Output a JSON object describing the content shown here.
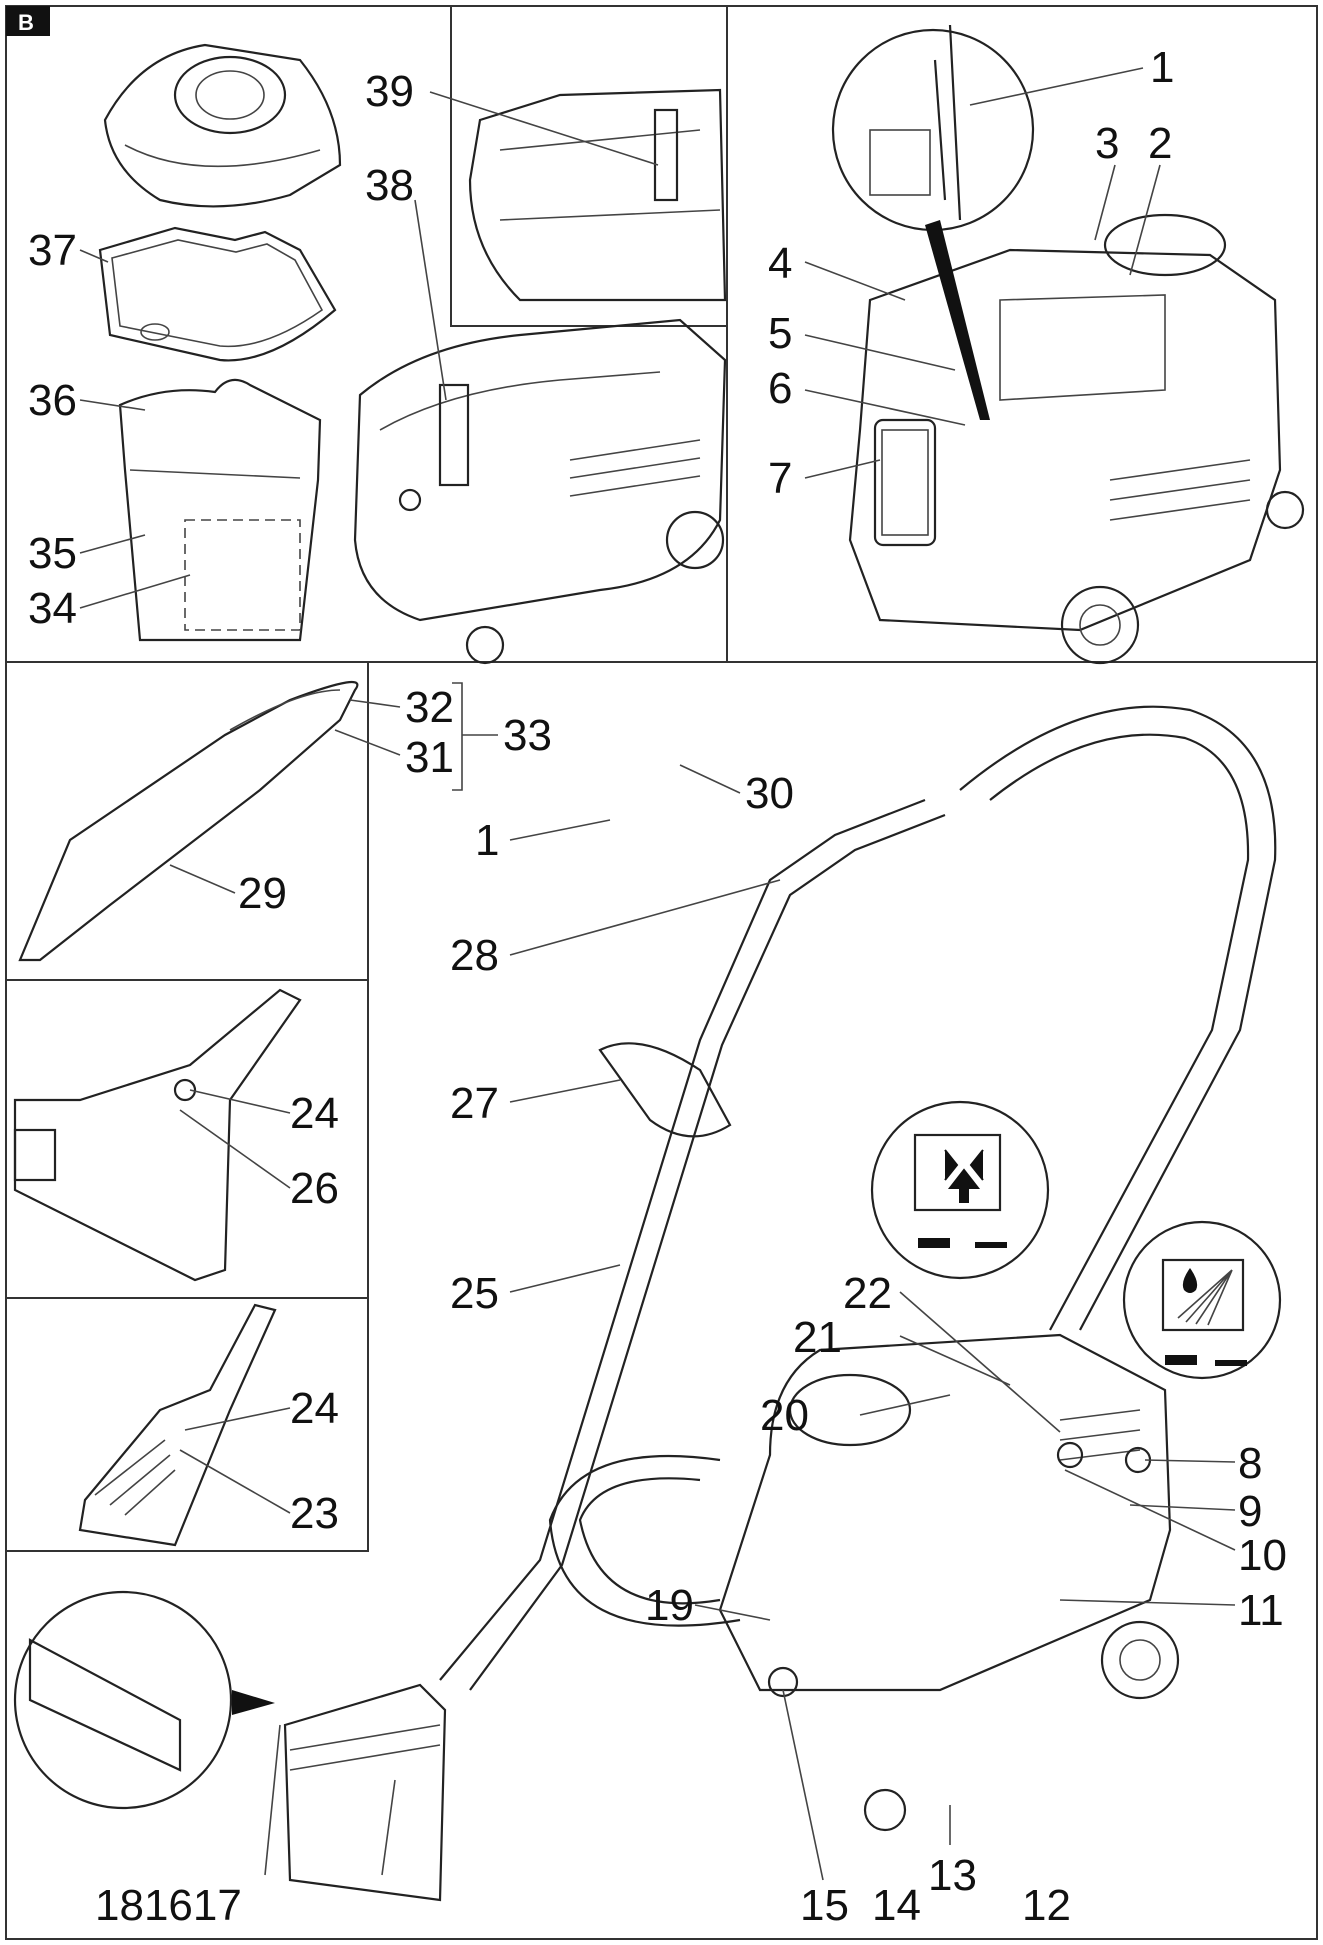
{
  "figure": {
    "badge": "B",
    "icons": [
      "suction-symbol-icon",
      "spray-symbol-icon",
      "water-drop-icon"
    ],
    "callouts": [
      {
        "id": "c39",
        "text": "39"
      },
      {
        "id": "c38",
        "text": "38"
      },
      {
        "id": "c37",
        "text": "37"
      },
      {
        "id": "c36",
        "text": "36"
      },
      {
        "id": "c35",
        "text": "35"
      },
      {
        "id": "c34",
        "text": "34"
      },
      {
        "id": "c1a",
        "text": "1"
      },
      {
        "id": "c3",
        "text": "3"
      },
      {
        "id": "c2",
        "text": "2"
      },
      {
        "id": "c4",
        "text": "4"
      },
      {
        "id": "c5",
        "text": "5"
      },
      {
        "id": "c6",
        "text": "6"
      },
      {
        "id": "c7",
        "text": "7"
      },
      {
        "id": "c32",
        "text": "32"
      },
      {
        "id": "c31",
        "text": "31"
      },
      {
        "id": "c33",
        "text": "33"
      },
      {
        "id": "c29",
        "text": "29"
      },
      {
        "id": "c30",
        "text": "30"
      },
      {
        "id": "c1b",
        "text": "1"
      },
      {
        "id": "c28",
        "text": "28"
      },
      {
        "id": "c27",
        "text": "27"
      },
      {
        "id": "c25",
        "text": "25"
      },
      {
        "id": "c24a",
        "text": "24"
      },
      {
        "id": "c26",
        "text": "26"
      },
      {
        "id": "c24b",
        "text": "24"
      },
      {
        "id": "c23",
        "text": "23"
      },
      {
        "id": "c22",
        "text": "22"
      },
      {
        "id": "c21",
        "text": "21"
      },
      {
        "id": "c20",
        "text": "20"
      },
      {
        "id": "c19",
        "text": "19"
      },
      {
        "id": "c8",
        "text": "8"
      },
      {
        "id": "c9",
        "text": "9"
      },
      {
        "id": "c10",
        "text": "10"
      },
      {
        "id": "c11",
        "text": "11"
      },
      {
        "id": "c181617",
        "text": "181617"
      },
      {
        "id": "c15",
        "text": "15"
      },
      {
        "id": "c14",
        "text": "14"
      },
      {
        "id": "c13",
        "text": "13"
      },
      {
        "id": "c12",
        "text": "12"
      }
    ]
  }
}
